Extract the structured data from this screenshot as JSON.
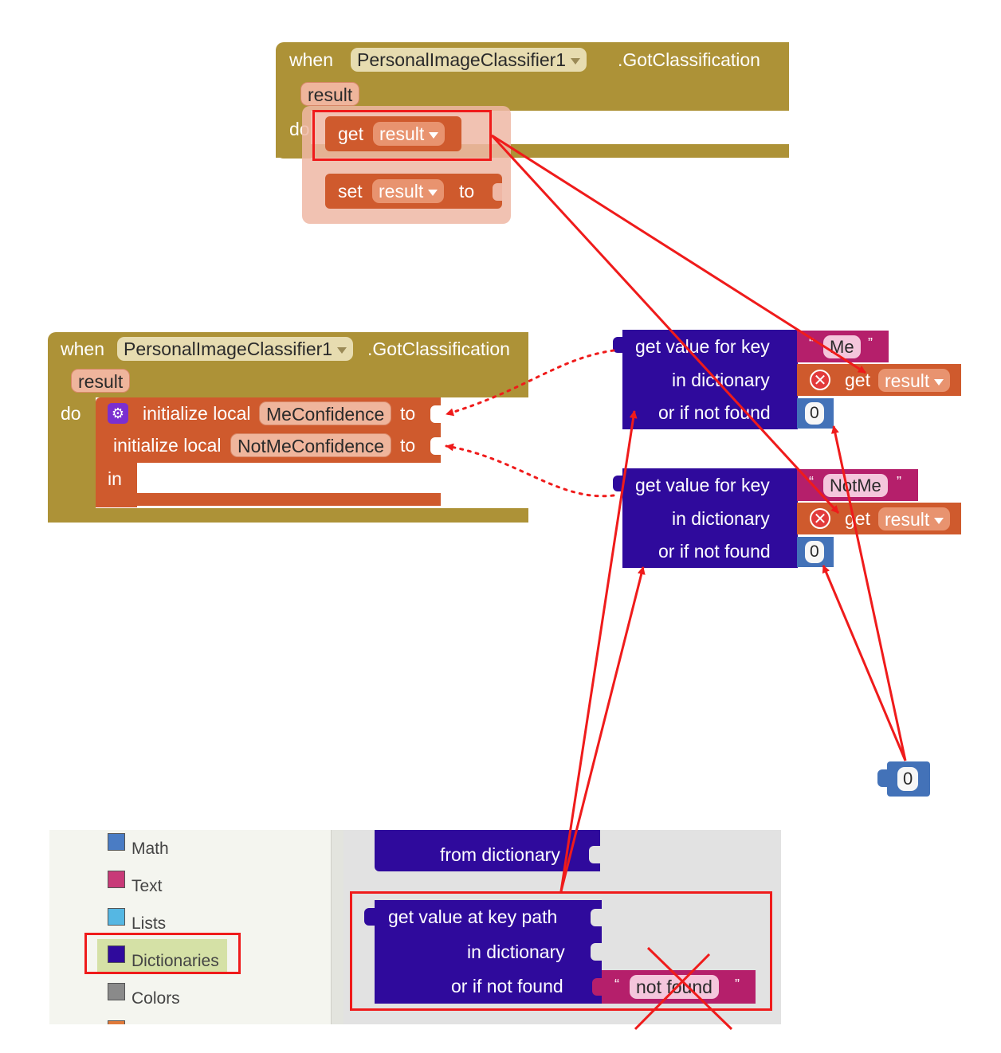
{
  "block1": {
    "when": "when",
    "component": "PersonalImageClassifier1",
    "event": ".GotClassification",
    "param": "result",
    "do": "do",
    "getWord": "get",
    "getVar": "result",
    "setWord": "set",
    "setVar": "result",
    "setTo": "to"
  },
  "block2": {
    "when": "when",
    "component": "PersonalImageClassifier1",
    "event": ".GotClassification",
    "param": "result",
    "do": "do",
    "init1Label": "initialize local",
    "init1Name": "MeConfidence",
    "init1To": "to",
    "init2Label": "initialize local",
    "init2Name": "NotMeConfidence",
    "init2To": "to",
    "in": "in"
  },
  "dict1": {
    "line1": "get value for key",
    "line2": "in dictionary",
    "line3": "or if not found",
    "key": "Me",
    "getWord": "get",
    "getVar": "result",
    "default": "0"
  },
  "dict2": {
    "line1": "get value for key",
    "line2": "in dictionary",
    "line3": "or if not found",
    "key": "NotMe",
    "getWord": "get",
    "getVar": "result",
    "default": "0"
  },
  "loneNumber": "0",
  "quoteOpen": "“",
  "quoteClose": "”",
  "sidebar": {
    "items": [
      {
        "label": "Math",
        "color": "#4a7cc4"
      },
      {
        "label": "Text",
        "color": "#c83a78"
      },
      {
        "label": "Lists",
        "color": "#55b7e3"
      },
      {
        "label": "Dictionaries",
        "color": "#2f0a9c"
      },
      {
        "label": "Colors",
        "color": "#8a8a8a"
      }
    ]
  },
  "drawer": {
    "fromDictionary": "from dictionary",
    "keyPath": "get value at key path",
    "inDictionary": "in dictionary",
    "orIfNotFound": "or if not found",
    "notFound": "not found"
  },
  "colors": {
    "accent": "#ef1b1b",
    "gold": "#ad9237",
    "orange": "#cf5a2d",
    "purple": "#2f0a9c",
    "blue": "#4372b8",
    "magenta": "#b51f6b"
  }
}
